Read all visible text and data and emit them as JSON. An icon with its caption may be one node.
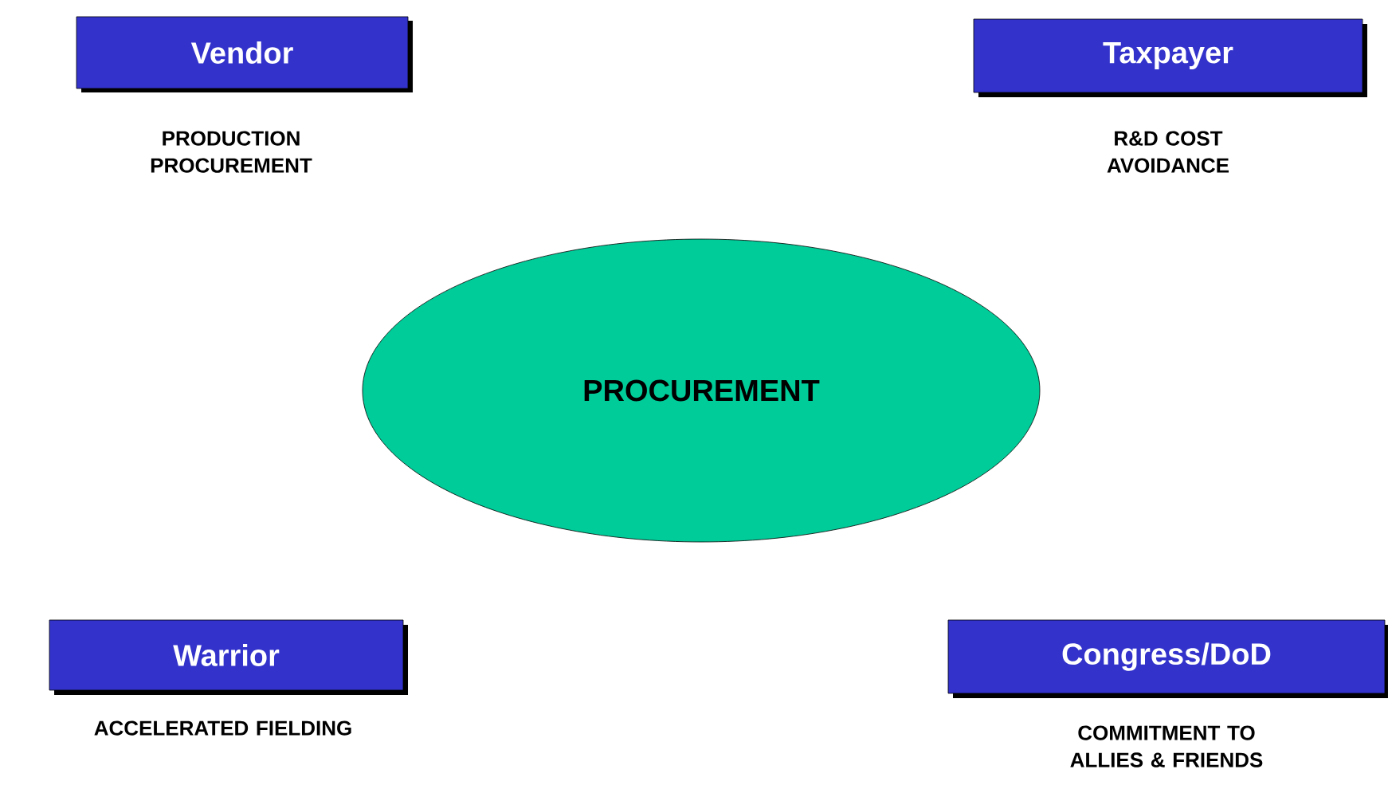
{
  "diagram": {
    "nodes": [
      {
        "text": [
          "Vendor"
        ],
        "beside": [
          "PRODUCTION PROCUREMENT"
        ]
      },
      {
        "text": [
          "Taxpayer"
        ],
        "beside": [
          "R&D COST AVOIDANCE"
        ]
      },
      {
        "text": [
          "PROCUREMENT"
        ]
      },
      {
        "text": [
          "Warrior"
        ],
        "beside": [
          "ACCELERATED FIELDING"
        ]
      },
      {
        "text": [
          "Congress/DoD"
        ],
        "beside": [
          "COMMITMENT TO ALLIES & FRIENDS"
        ]
      }
    ]
  }
}
